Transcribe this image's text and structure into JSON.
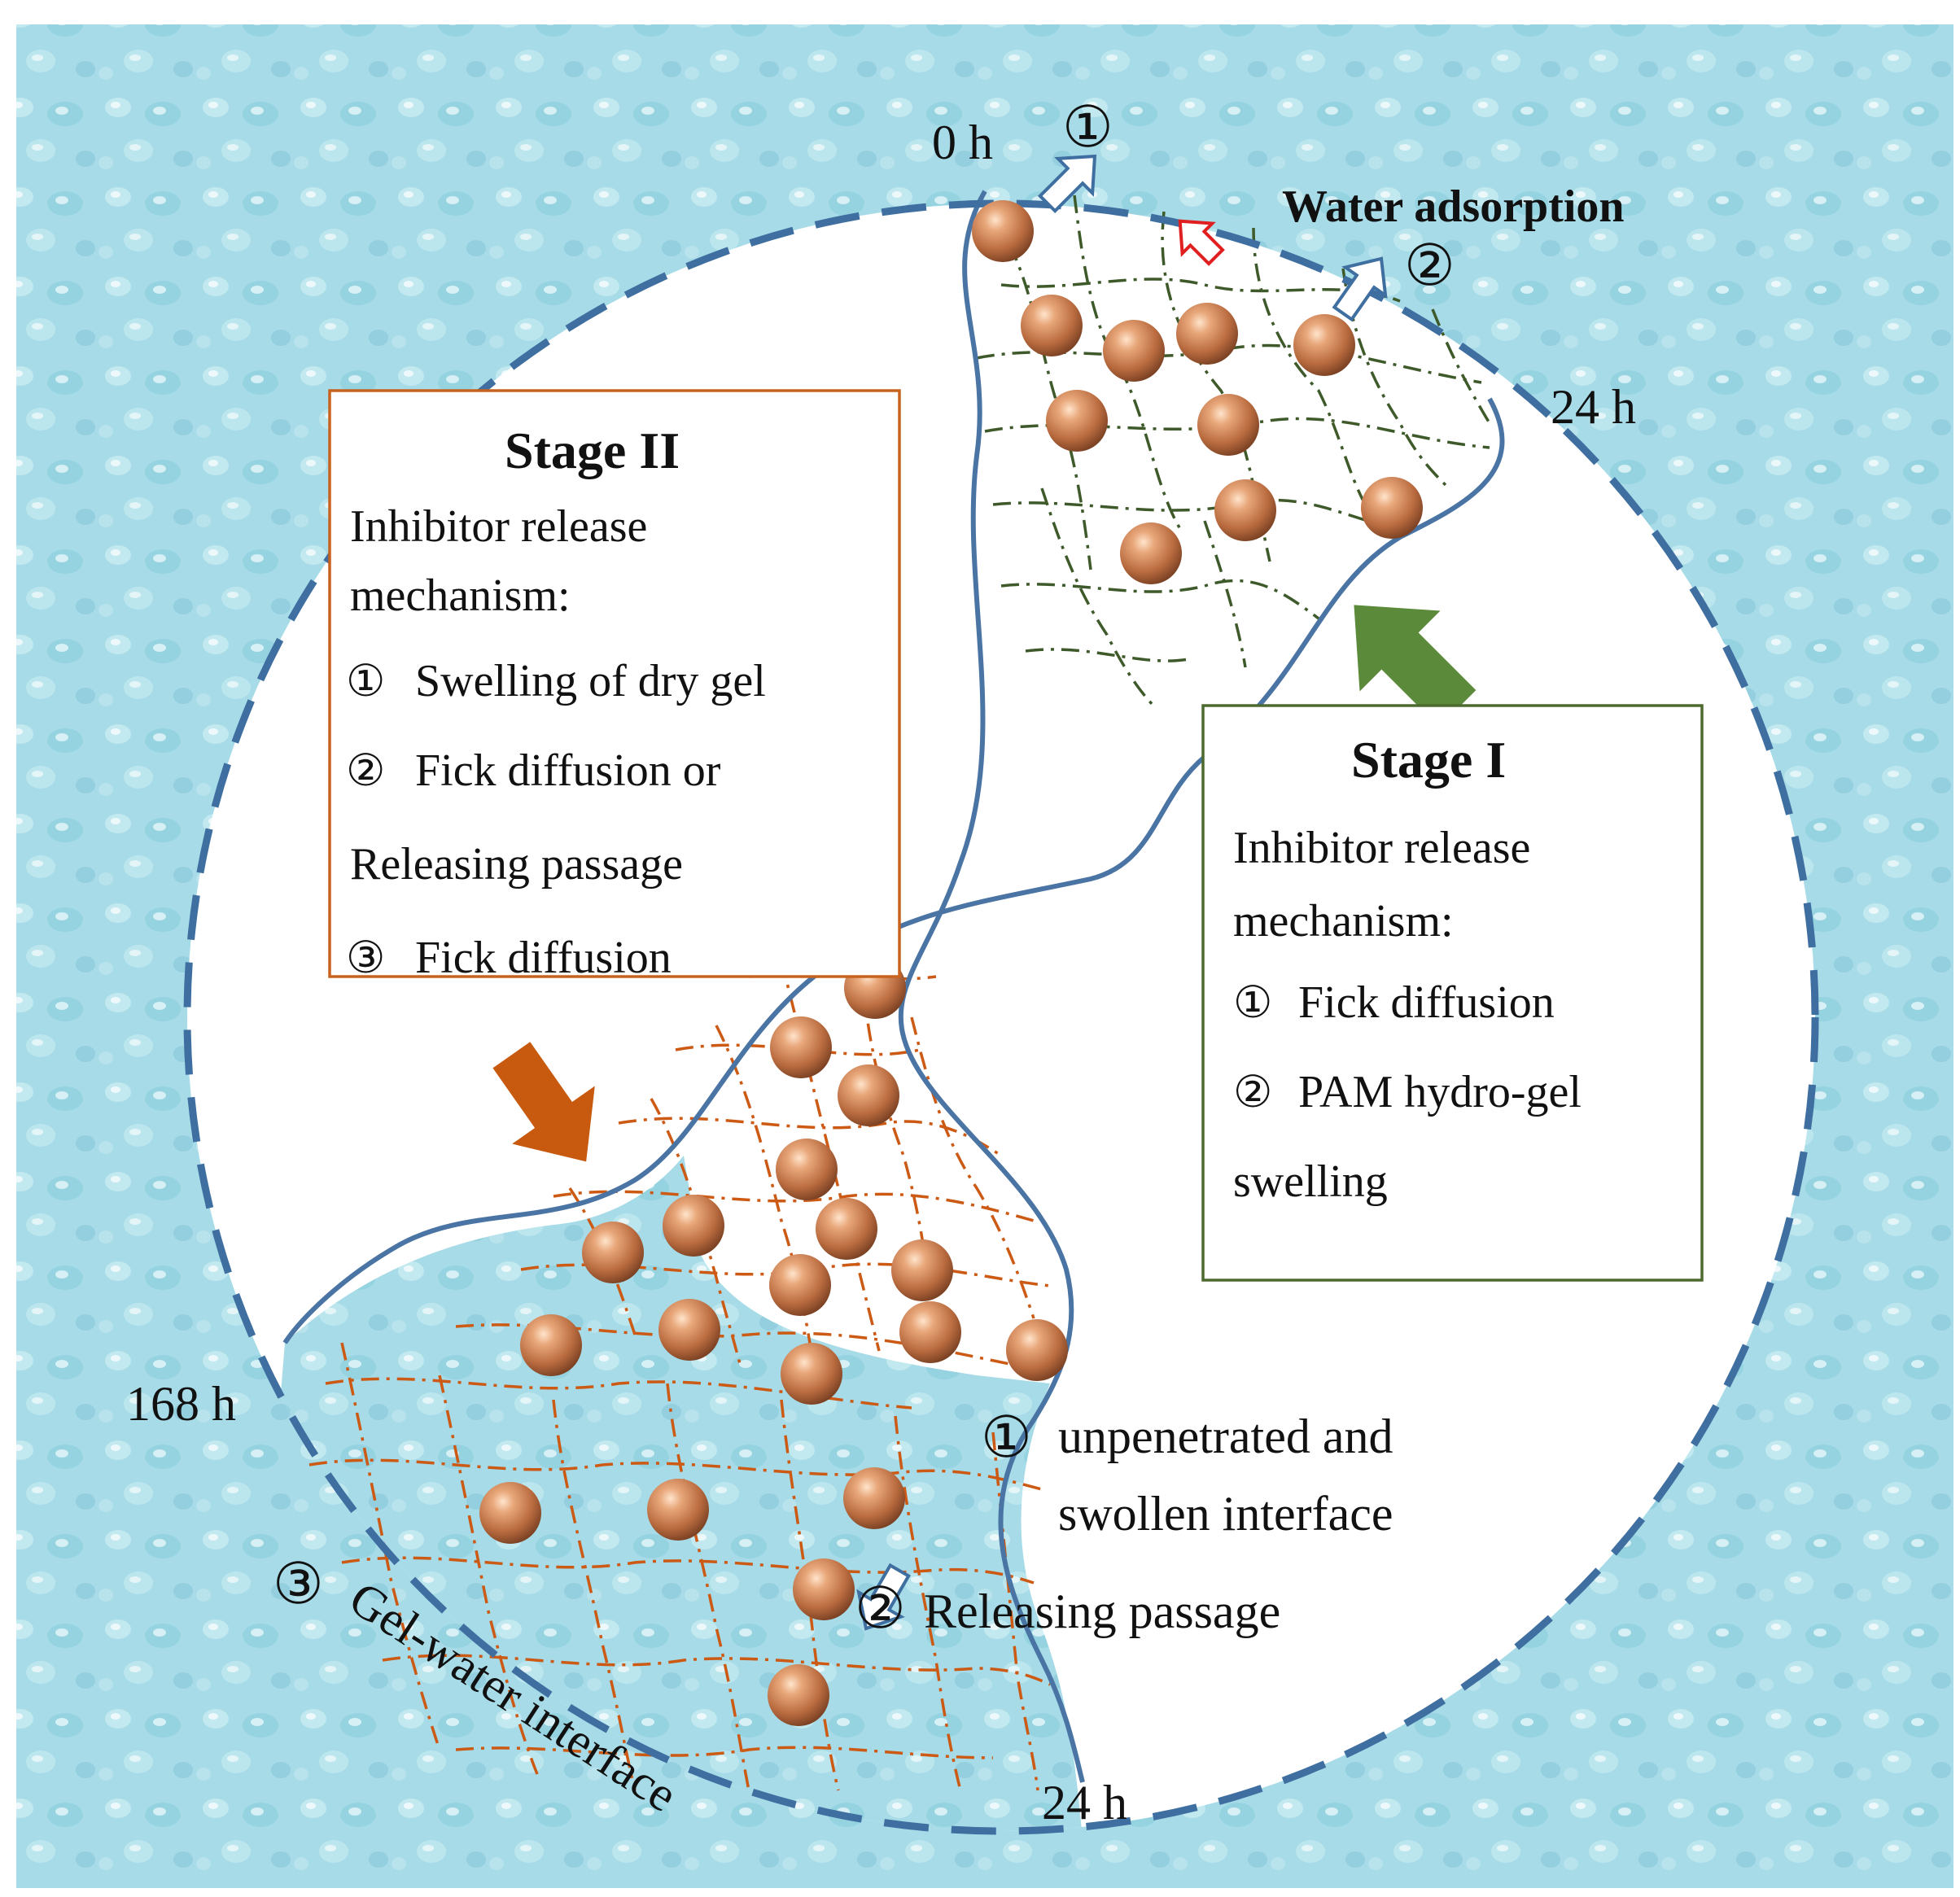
{
  "time_labels": {
    "start": "0 h",
    "stage1_end": "24 h",
    "stage2_end": "24 h",
    "final": "168 h"
  },
  "markers": {
    "one": "①",
    "two": "②",
    "three": "③"
  },
  "water_adsorption": "Water adsorption",
  "stage2_box": {
    "title": "Stage II",
    "line1": "Inhibitor release",
    "line2": "mechanism:",
    "item1": "Swelling of dry gel",
    "item2": "Fick diffusion or",
    "item2b": "Releasing passage",
    "item3": "Fick diffusion"
  },
  "stage1_box": {
    "title": "Stage I",
    "line1": "Inhibitor release",
    "line2": "mechanism:",
    "item1": "Fick diffusion",
    "item2": "PAM hydro-gel",
    "item2b": "swelling"
  },
  "interface_labels": {
    "unpenetrated_1": "unpenetrated and",
    "unpenetrated_2": "swollen interface",
    "releasing_passage": "Releasing passage",
    "gel_water": "Gel-water interface"
  },
  "colors": {
    "water_background": "#a6dbe7",
    "circle_dash": "#3f6fa0",
    "network_stage1": "#3f5a2a",
    "network_stage2": "#cc5a14",
    "stage2_box_border": "#c8621f",
    "stage1_box_border": "#4e6a30",
    "stage2_arrow": "#c85a10",
    "stage1_arrow": "#5a8a3a",
    "water_arrow_outline": "#e02020",
    "particle": "#c9845a"
  }
}
